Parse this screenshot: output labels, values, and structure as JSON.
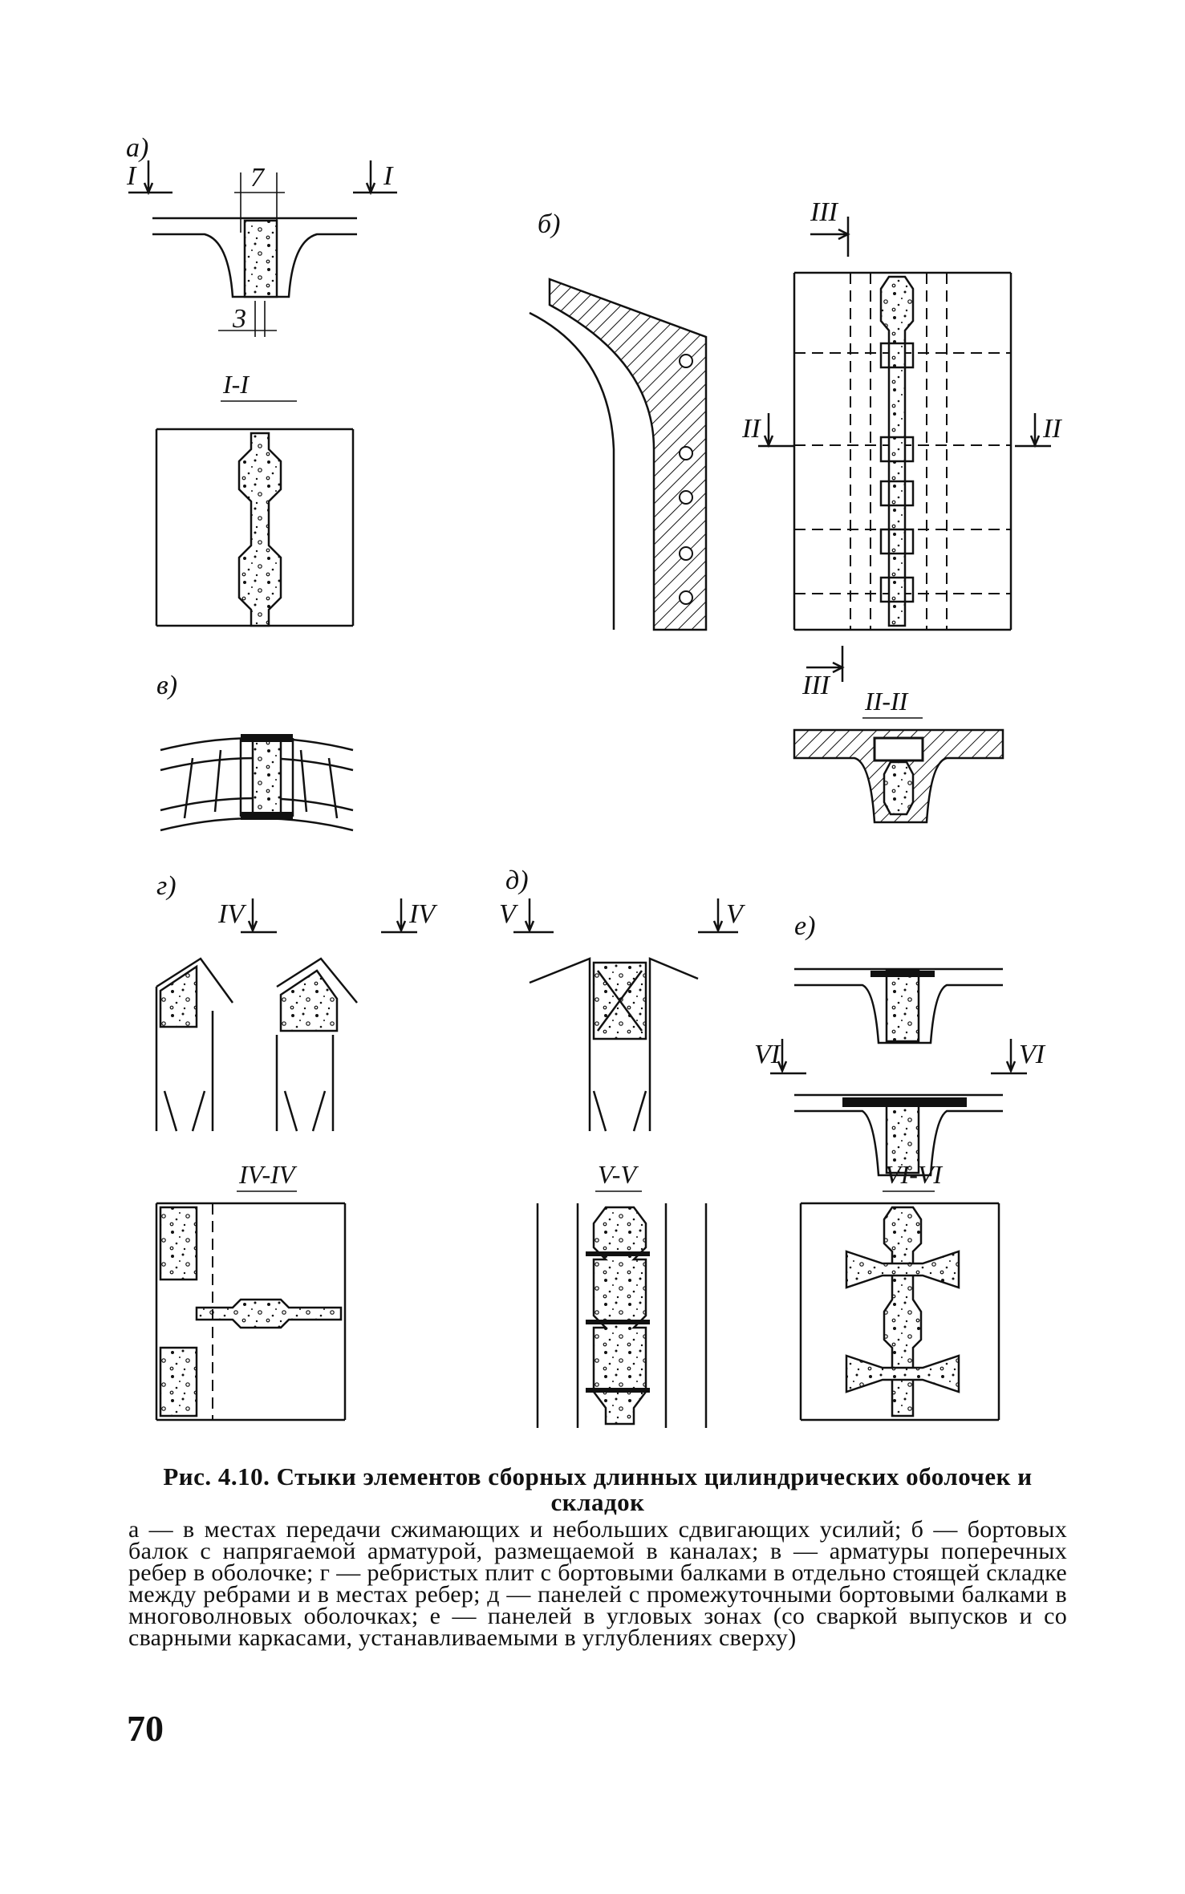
{
  "figure": {
    "panel_labels": [
      "а)",
      "б)",
      "в)",
      "г)",
      "д)",
      "е)"
    ],
    "section_labels": [
      "I-I",
      "II-II",
      "IV-IV",
      "V-V",
      "VI-VI"
    ],
    "marks": {
      "I": "I",
      "II": "II",
      "III": "III",
      "IV": "IV",
      "V": "V",
      "VI": "VI"
    },
    "dimensions": {
      "top": "7",
      "bottom": "3"
    }
  },
  "caption": {
    "title": "Рис. 4.10. Стыки элементов сборных длинных цилиндрических оболочек и складок",
    "body": "а — в местах передачи сжимающих и небольших сдвигающих усилий; б — бортовых балок с напрягаемой арматурой, размещаемой в каналах; в — арматуры поперечных ребер в оболочке; г — ребристых плит с бортовыми балками в отдельно стоящей складке между ребрами и в местах ребер; д — панелей с промежуточными бортовыми балками в многоволновых оболочках; е — панелей в угловых зонах (со сваркой выпусков и со сварными каркасами, устанавливаемыми в углублениях сверху)"
  },
  "page_number": "70"
}
